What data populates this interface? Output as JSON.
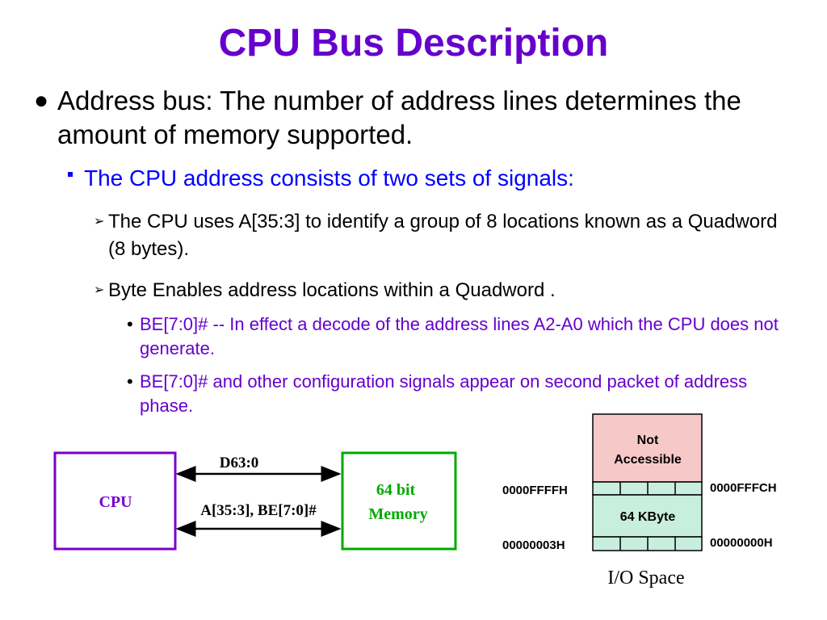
{
  "slide": {
    "title": "CPU Bus Description",
    "bullets": {
      "level1": "Address bus:  The number of address lines determines the amount of memory supported.",
      "level2": "The CPU address consists of two sets of signals:",
      "level3": [
        "The CPU uses A[35:3] to identify a group of 8 locations known as a Quadword (8 bytes).",
        "Byte Enables address locations within a Quadword ."
      ],
      "level4": [
        "BE[7:0]# -- In effect a decode of the address lines A2-A0 which the CPU does not generate.",
        "BE[7:0]# and other configuration signals appear on second packet of address phase."
      ]
    },
    "markers": {
      "level1": "●",
      "level3": "➢",
      "level4": "•"
    }
  },
  "bus_diagram": {
    "cpu_label": "CPU",
    "data_bus_label": "D63:0",
    "address_bus_label": "A[35:3], BE[7:0]#",
    "memory_label_line1": "64 bit",
    "memory_label_line2": "Memory",
    "colors": {
      "cpu": "#7700cc",
      "memory": "#00aa00",
      "bus": "#000000"
    }
  },
  "io_space": {
    "caption": "I/O Space",
    "not_accessible_line1": "Not",
    "not_accessible_line2": "Accessible",
    "block_label": "64 KByte",
    "left_top_address": "0000FFFFH",
    "right_top_address": "0000FFFCH",
    "left_bottom_address": "00000003H",
    "right_bottom_address": "00000000H",
    "colors": {
      "not_accessible": "#f7c8c8",
      "kbyte_block": "#c8eedd",
      "byte_row": "#c8eedd"
    }
  }
}
